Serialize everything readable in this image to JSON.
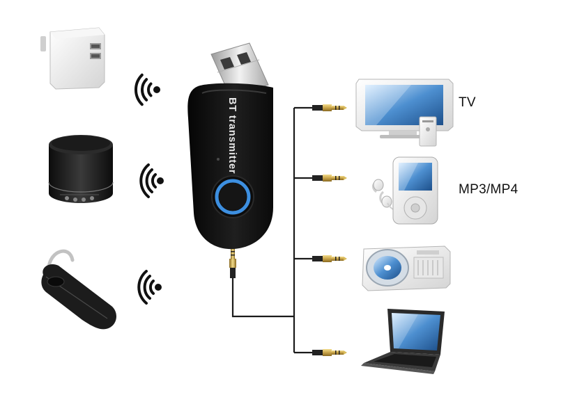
{
  "device": {
    "print": "BT transmitter"
  },
  "outputs": {
    "tv_label": "TV",
    "mp3_label": "MP3/MP4"
  },
  "icons": [
    "power-adapter-icon",
    "bluetooth-speaker-icon",
    "bluetooth-headset-icon",
    "wireless-signal-icon",
    "audio-jack-icon",
    "tv-icon",
    "mp3-player-icon",
    "cd-player-icon",
    "laptop-icon",
    "usb-plug-icon"
  ],
  "colors": {
    "body": "#141414",
    "led_ring": "#3d8fe0",
    "jack_gold": "#c9a44a",
    "wire": "#1a1a1a"
  }
}
